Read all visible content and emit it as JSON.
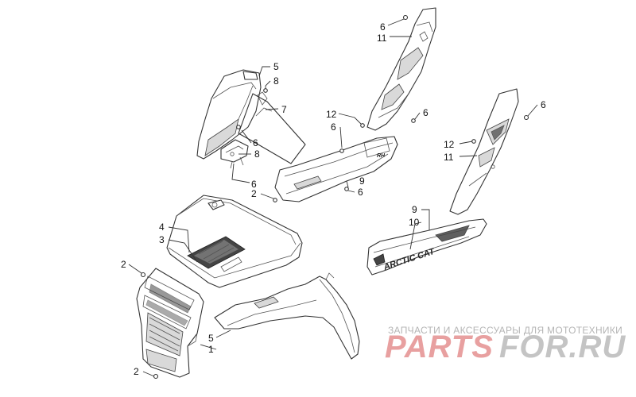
{
  "diagram": {
    "callouts": [
      {
        "id": "c-6-a",
        "label": "6"
      },
      {
        "id": "c-11-a",
        "label": "11"
      },
      {
        "id": "c-5-a",
        "label": "5"
      },
      {
        "id": "c-8-a",
        "label": "8"
      },
      {
        "id": "c-7",
        "label": "7"
      },
      {
        "id": "c-12-a",
        "label": "12"
      },
      {
        "id": "c-6-b",
        "label": "6"
      },
      {
        "id": "c-6-c",
        "label": "6"
      },
      {
        "id": "c-6-d",
        "label": "6"
      },
      {
        "id": "c-6-e",
        "label": "6"
      },
      {
        "id": "c-8-b",
        "label": "8"
      },
      {
        "id": "c-12-b",
        "label": "12"
      },
      {
        "id": "c-11-b",
        "label": "11"
      },
      {
        "id": "c-6-f",
        "label": "6"
      },
      {
        "id": "c-2-a",
        "label": "2"
      },
      {
        "id": "c-9-a",
        "label": "9"
      },
      {
        "id": "c-6-g",
        "label": "6"
      },
      {
        "id": "c-9-b",
        "label": "9"
      },
      {
        "id": "c-10",
        "label": "10"
      },
      {
        "id": "c-4",
        "label": "4"
      },
      {
        "id": "c-3",
        "label": "3"
      },
      {
        "id": "c-2-b",
        "label": "2"
      },
      {
        "id": "c-5-b",
        "label": "5"
      },
      {
        "id": "c-1",
        "label": "1"
      },
      {
        "id": "c-2-c",
        "label": "2"
      }
    ],
    "decals": {
      "arctic_cat": "ARCTIC CAT",
      "rh_mark": "RH"
    }
  },
  "watermark": {
    "tagline": "ЗАПЧАСТИ И АКСЕССУАРЫ ДЛЯ МОТОТЕХНИКИ",
    "logo_left": "PARTS",
    "logo_right": "FOR.RU",
    "colors": {
      "logo_red": "#e8a0a0",
      "logo_grey": "#c4c4c4",
      "tagline": "#b5b5b5"
    }
  }
}
